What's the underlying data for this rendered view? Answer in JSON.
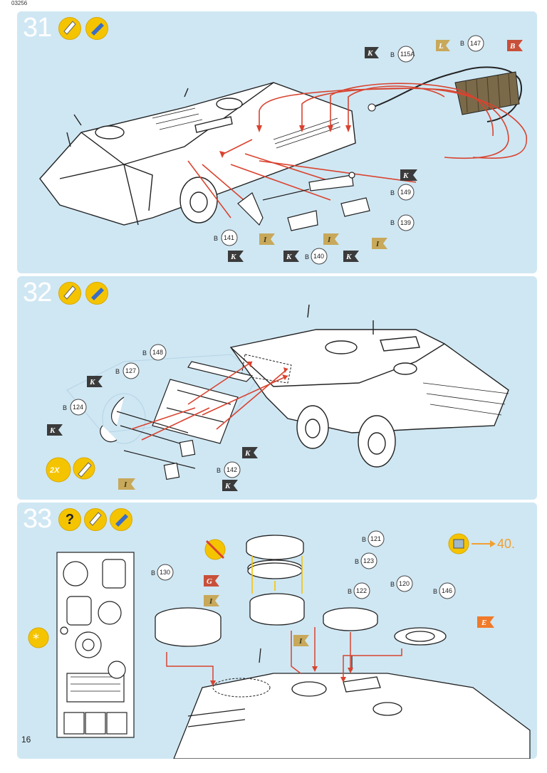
{
  "header": {
    "code": "03256"
  },
  "page_number": "16",
  "steps": [
    {
      "number": "31",
      "icons": [
        "glue-icon",
        "paint-brush-icon"
      ],
      "callouts": [
        {
          "flag": "K",
          "part": "115A",
          "prefix": "B"
        },
        {
          "flag": "L",
          "part": "147",
          "prefix": "B"
        },
        {
          "flag": "B"
        },
        {
          "flag": "K",
          "part": "149",
          "prefix": "B"
        },
        {
          "part": "139",
          "prefix": "B"
        },
        {
          "part": "141",
          "prefix": "B"
        },
        {
          "part": "140",
          "prefix": "B"
        }
      ],
      "flags": [
        "K",
        "L",
        "B",
        "K",
        "I",
        "I",
        "I",
        "K",
        "K",
        "K"
      ]
    },
    {
      "number": "32",
      "icons": [
        "glue-icon",
        "paint-brush-icon"
      ],
      "callouts": [
        {
          "part": "148",
          "prefix": "B"
        },
        {
          "part": "127",
          "prefix": "B"
        },
        {
          "part": "124",
          "prefix": "B"
        },
        {
          "part": "142",
          "prefix": "B"
        }
      ],
      "quantity": "2X",
      "flags": [
        "K",
        "K",
        "K",
        "K",
        "I"
      ]
    },
    {
      "number": "33",
      "icons": [
        "help-icon",
        "glue-icon",
        "paint-brush-icon"
      ],
      "callouts": [
        {
          "part": "121",
          "prefix": "B"
        },
        {
          "part": "123",
          "prefix": "B"
        },
        {
          "part": "122",
          "prefix": "B"
        },
        {
          "part": "120",
          "prefix": "B"
        },
        {
          "part": "146",
          "prefix": "B"
        },
        {
          "part": "130",
          "prefix": "B"
        }
      ],
      "flags": [
        "G",
        "I",
        "I",
        "E"
      ],
      "reference": "40."
    }
  ],
  "colors": {
    "panel_bg": "#cfe7f3",
    "arrow_red": "#d9432f",
    "flag_dark": "#3b3b3b",
    "flag_olive": "#c8a85a",
    "flag_orange": "#f07a2a",
    "flag_red": "#c8503a",
    "icon_yellow": "#f5c400"
  }
}
